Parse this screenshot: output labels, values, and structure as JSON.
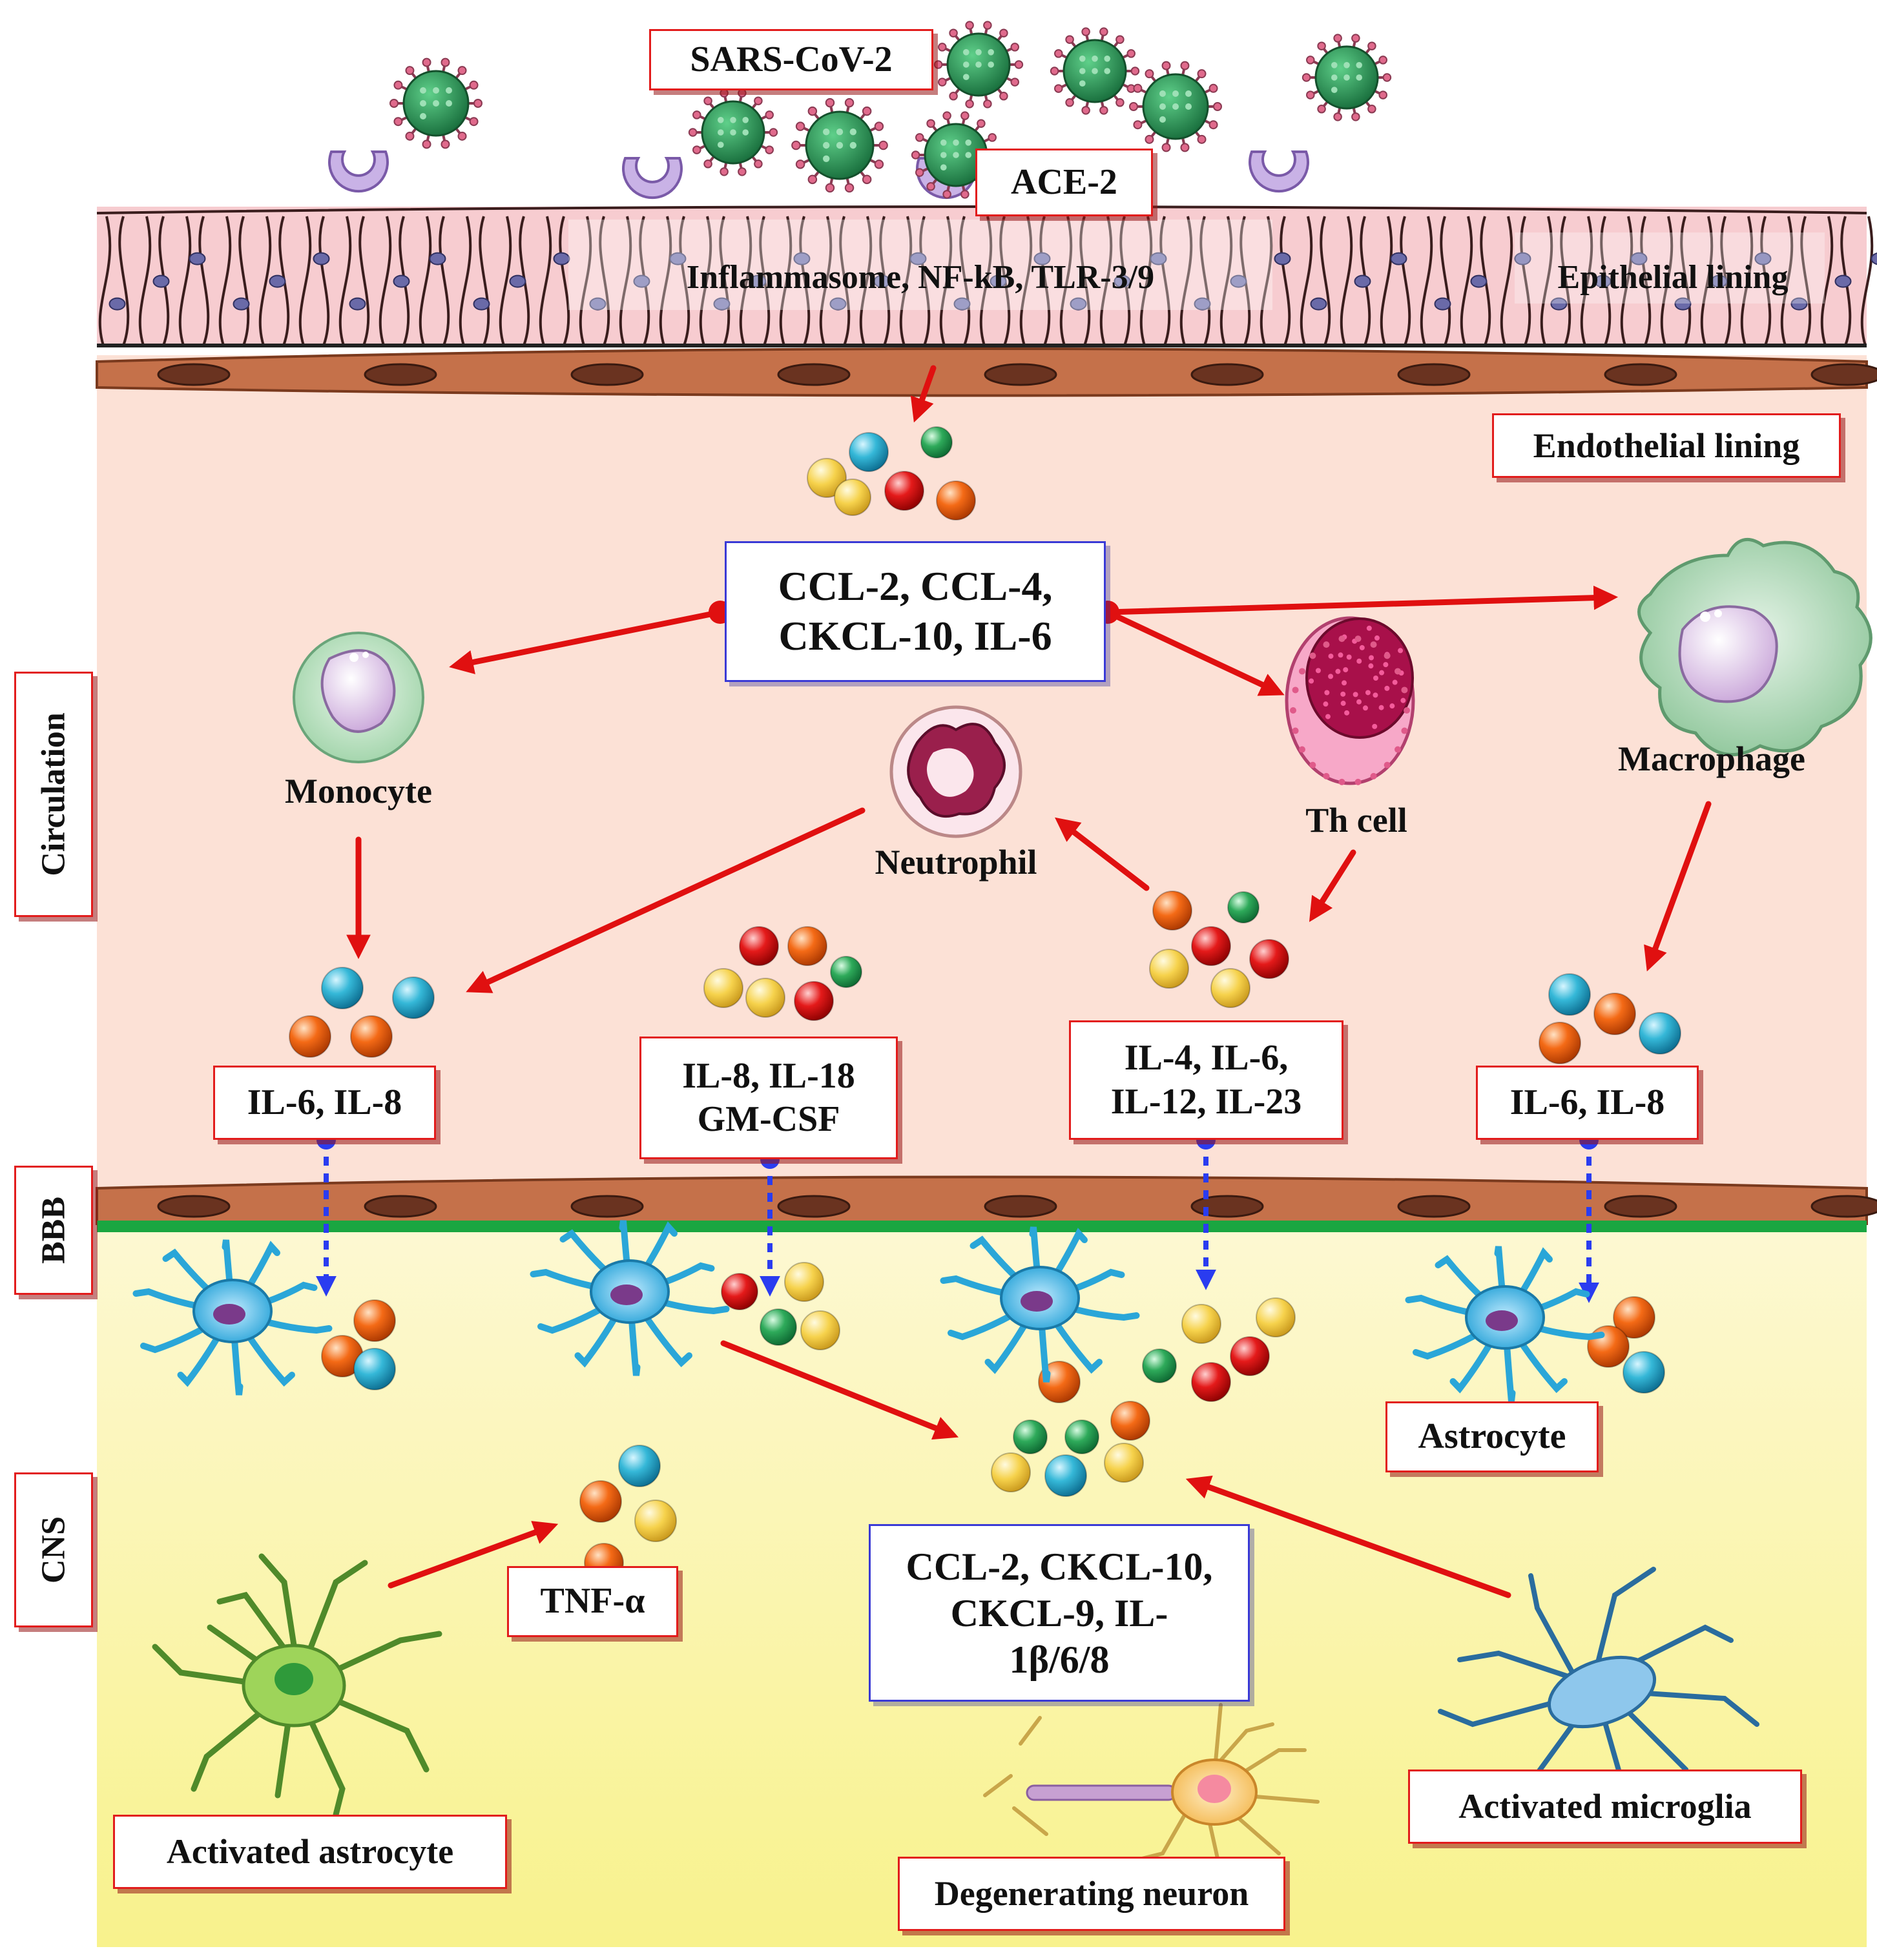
{
  "virus": {
    "label": "SARS-CoV-2",
    "receptor_label": "ACE-2"
  },
  "layers": {
    "epithelial_signal": "Inflammasome, NF-kB, TLR-3/9",
    "epithelial": "Epithelial lining",
    "endothelial": "Endothelial lining"
  },
  "regions": {
    "circulation": "Circulation",
    "bbb": "BBB",
    "cns": "CNS"
  },
  "cytokines": {
    "central": "CCL-2, CCL-4,\nCKCL-10, IL-6",
    "monocyte": "IL-6, IL-8",
    "neutrophil": "IL-8, IL-18\nGM-CSF",
    "th_cell": "IL-4, IL-6,\nIL-12, IL-23",
    "macrophage": "IL-6, IL-8",
    "tnf": "TNF-α",
    "cns_center": "CCL-2, CKCL-10,\nCKCL-9, IL-\n1β/6/8"
  },
  "cells": {
    "monocyte": "Monocyte",
    "neutrophil": "Neutrophil",
    "th_cell": "Th cell",
    "macrophage": "Macrophage",
    "astrocyte": "Astrocyte",
    "activated_astrocyte": "Activated astrocyte",
    "activated_microglia": "Activated microglia",
    "degenerating_neuron": "Degenerating neuron"
  },
  "colors": {
    "epithelium": "#f7ccd0",
    "circulation_bg": "#fce1d6",
    "cns_bg": "#fbf6b8",
    "endothelium": "#c5714a",
    "bbb_line": "#1aa641",
    "arrow_red": "#e01010",
    "arrow_blue": "#2a3cf0",
    "virus": "#2e8b57"
  }
}
